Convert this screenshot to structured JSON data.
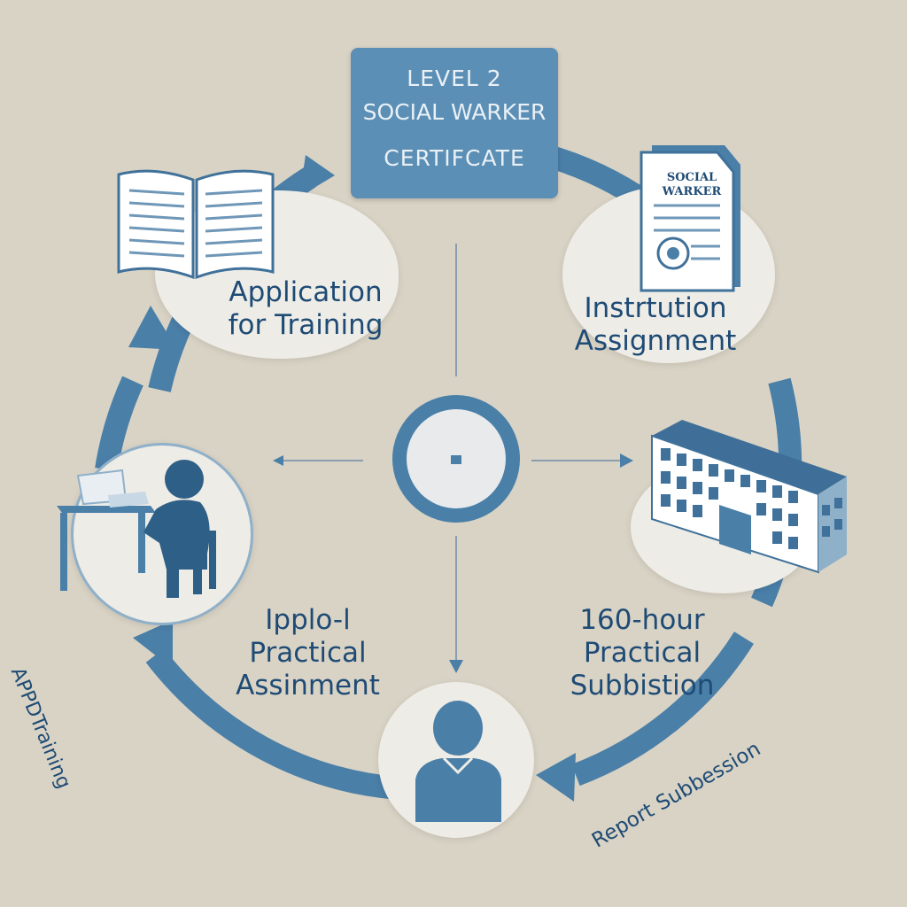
{
  "title": {
    "line1": "LEVEL 2",
    "line2": "SOCIAL WARKER",
    "line3": "CERTIFCATE"
  },
  "steps": [
    {
      "lines": [
        "Application",
        "for Training"
      ]
    },
    {
      "lines": [
        "Instrtution",
        "Assignment"
      ]
    },
    {
      "lines": [
        "160-hour",
        "Practical",
        "Subbistion"
      ]
    },
    {
      "lines": [
        "Ipplo-l",
        "Practical",
        "Assinment"
      ]
    }
  ],
  "document_icon_text": [
    "SOCIAL",
    "WARKER"
  ],
  "side_labels": {
    "left": "APPDTraining",
    "bottom_right": "Report Subbession"
  },
  "colors": {
    "background": "#d9d3c5",
    "accent": "#4a7fa8",
    "dark_accent": "#2e5f87",
    "text": "#1e4b75",
    "panel": "#eeece6"
  }
}
